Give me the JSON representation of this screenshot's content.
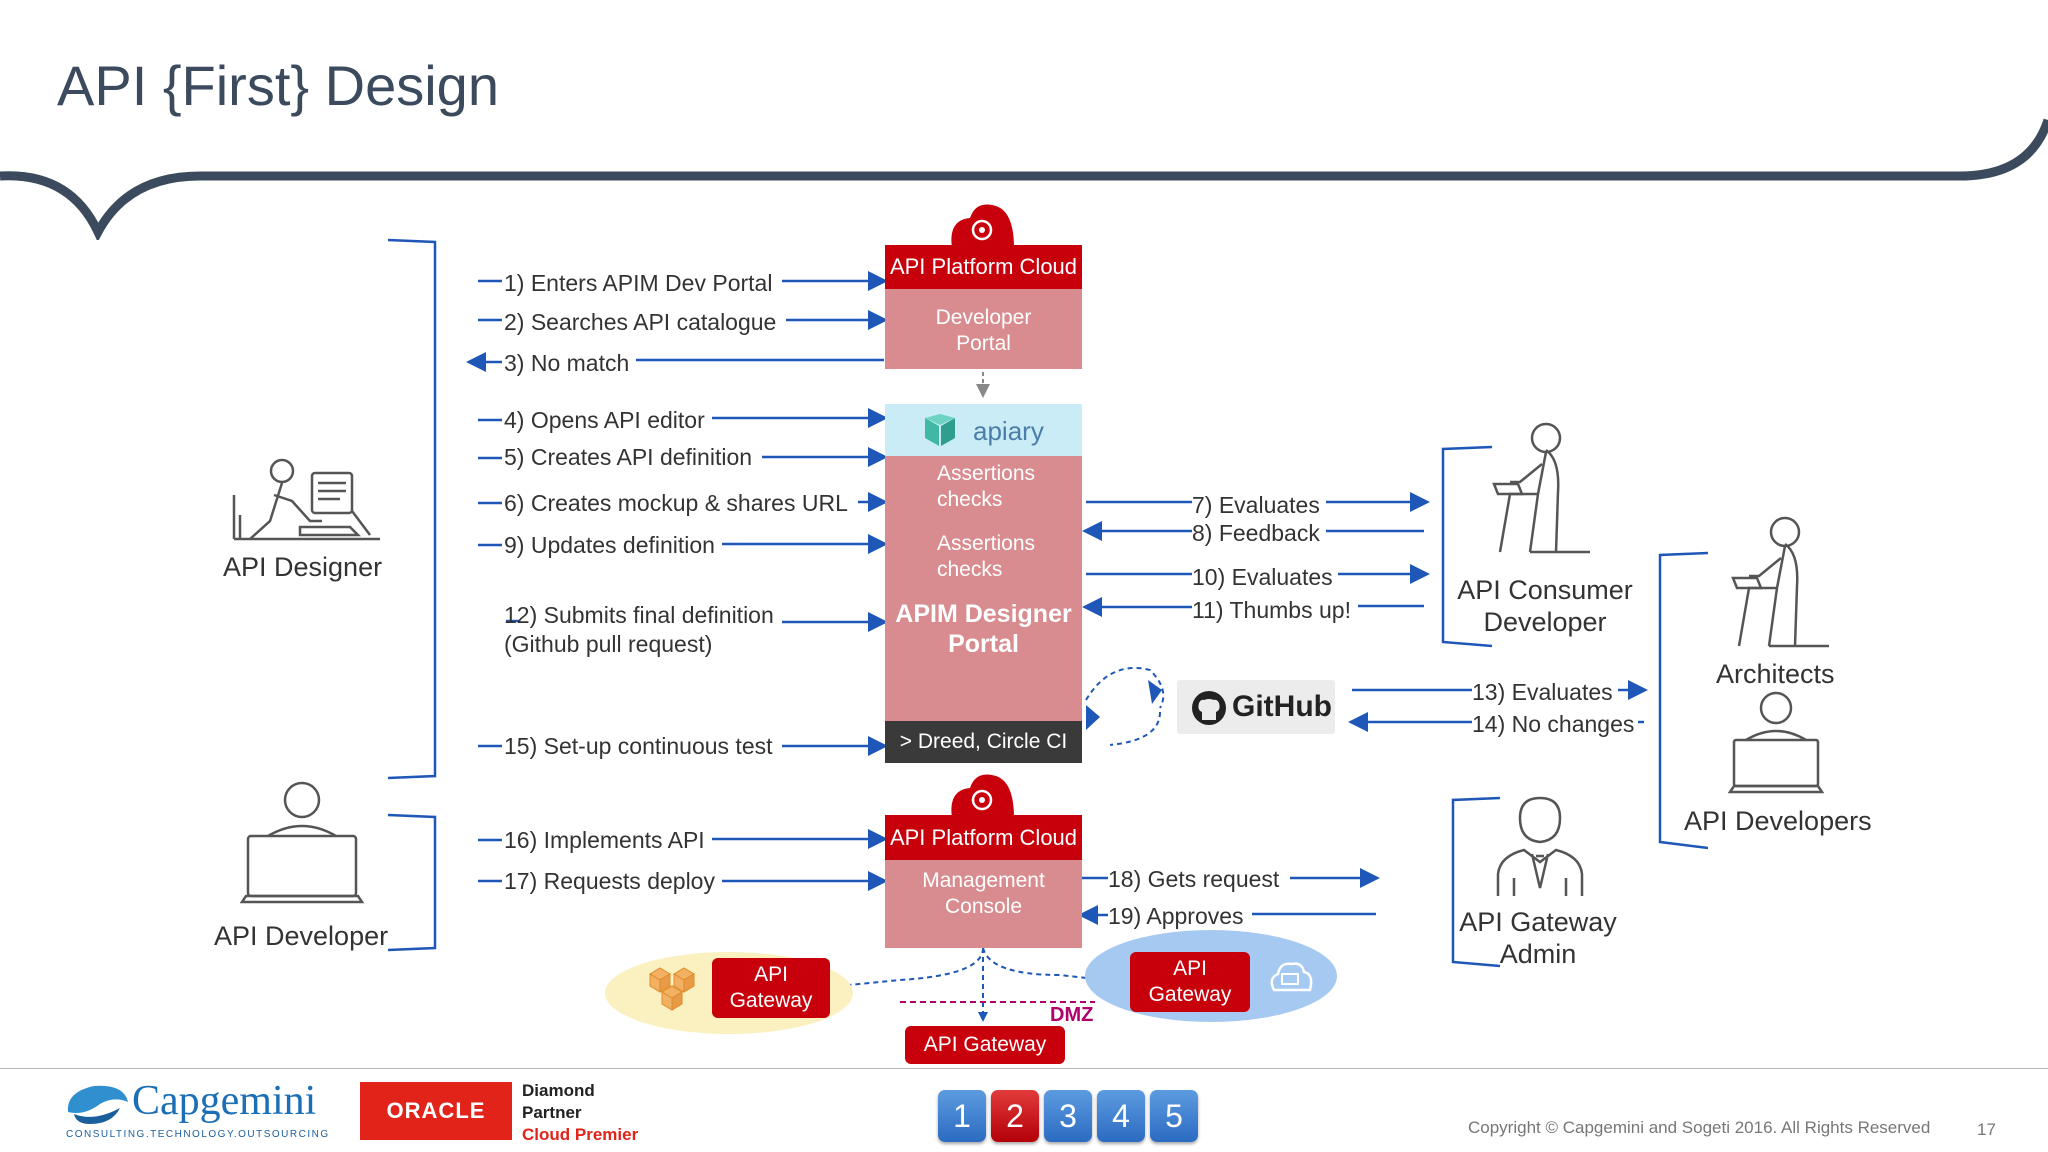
{
  "title": "API {First} Design",
  "actors": {
    "api_designer": "API Designer",
    "api_developer": "API Developer",
    "consumer_developer": "API Consumer\nDeveloper",
    "architects": "Architects",
    "api_developers": "API Developers",
    "gateway_admin": "API Gateway\nAdmin"
  },
  "platform": {
    "api_platform_cloud": "API Platform Cloud",
    "developer_portal": "Developer\nPortal",
    "apiary": "apiary",
    "assertions_checks": "Assertions\nchecks",
    "apim_designer_portal": "APIM Designer\nPortal",
    "ci_bar": "> Dreed, Circle CI",
    "management_console": "Management\nConsole",
    "github": "GitHub"
  },
  "steps": {
    "s1": "1) Enters APIM Dev Portal",
    "s2": "2) Searches API catalogue",
    "s3": "3) No match",
    "s4": "4) Opens API editor",
    "s5": "5) Creates API definition",
    "s6": "6) Creates mockup & shares URL",
    "s7": "7) Evaluates",
    "s8": "8) Feedback",
    "s9": "9) Updates definition",
    "s10": "10) Evaluates",
    "s11": "11) Thumbs up!",
    "s12a": "12) Submits final definition",
    "s12b": "(Github pull request)",
    "s13": "13) Evaluates",
    "s14": "14) No changes",
    "s15": "15) Set-up continuous test",
    "s16": "16) Implements API",
    "s17": "17) Requests deploy",
    "s18": "18) Gets request",
    "s19": "19) Approves"
  },
  "gateways": {
    "api_gateway_two_line": "API\nGateway",
    "api_gateway": "API Gateway",
    "dmz": "DMZ"
  },
  "footer": {
    "capgemini": "Capgemini",
    "capgemini_tagline": "CONSULTING.TECHNOLOGY.OUTSOURCING",
    "oracle": "ORACLE",
    "partner_line1": "Diamond",
    "partner_line2": "Partner",
    "partner_line3": "Cloud Premier",
    "pages": [
      "1",
      "2",
      "3",
      "4",
      "5"
    ],
    "active_page": "2",
    "copyright": "Copyright © Capgemini and Sogeti 2016. All Rights Reserved",
    "slide_number": "17"
  },
  "colors": {
    "title": "#3b4a5c",
    "accent_navy": "#3b4a5c",
    "arrow_blue": "#1f57b8",
    "oracle_red": "#c7000b",
    "portal_pink": "#d98c8f",
    "apiary_blue": "#c9ecf6",
    "dmz_magenta": "#b0006b"
  }
}
